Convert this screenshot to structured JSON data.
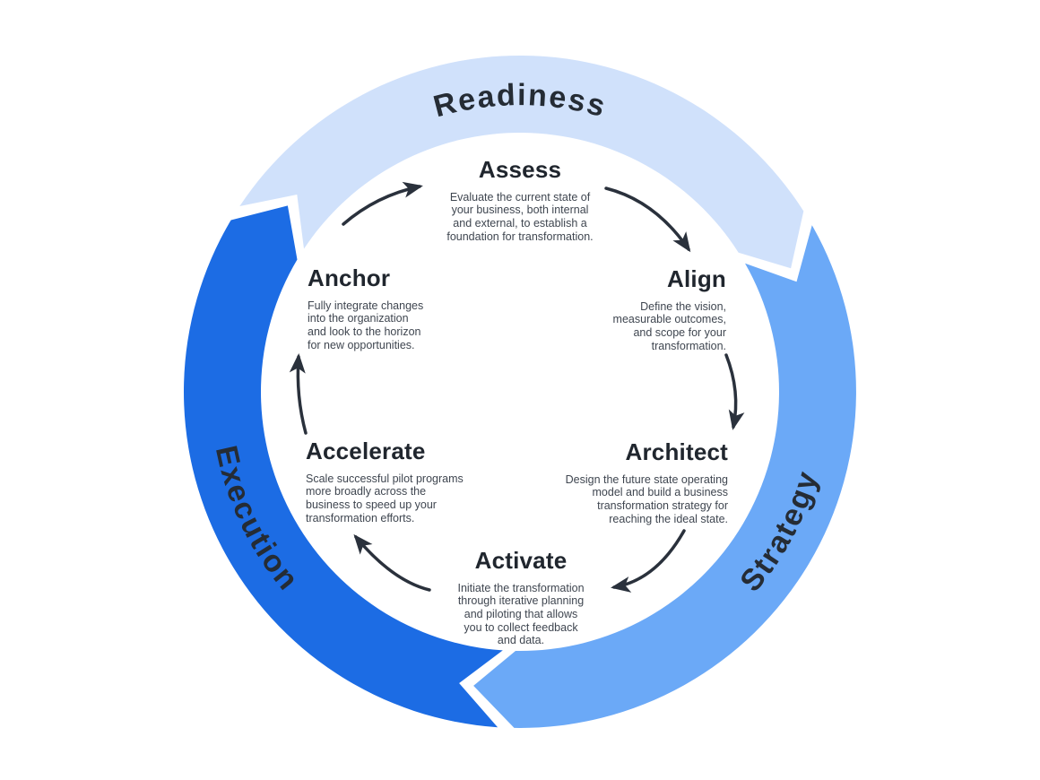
{
  "phases": [
    {
      "label": "Readiness",
      "color": "#d0e1fb"
    },
    {
      "label": "Strategy",
      "color": "#6ba9f7"
    },
    {
      "label": "Execution",
      "color": "#1c6ce4"
    }
  ],
  "steps": [
    {
      "title": "Assess",
      "description": "Evaluate the current state of your business, both internal and external, to establish a foundation for transformation.",
      "lines": [
        "Evaluate the current state of",
        "your business, both internal",
        "and external, to establish a",
        "foundation for transformation."
      ]
    },
    {
      "title": "Align",
      "description": "Define the vision, measurable outcomes, and scope for your transformation.",
      "lines": [
        "Define the vision,",
        "measurable outcomes,",
        "and scope for your",
        "transformation."
      ]
    },
    {
      "title": "Architect",
      "description": "Design the future state operating model and build a business transformation strategy for reaching the ideal state.",
      "lines": [
        "Design the future state operating",
        "model and build a business",
        "transformation strategy for",
        "reaching the ideal state."
      ]
    },
    {
      "title": "Activate",
      "description": "Initiate the transformation through iterative planning and piloting that allows you to collect feedback and data.",
      "lines": [
        "Initiate the transformation",
        "through iterative planning",
        "and piloting that allows",
        "you to collect feedback",
        "and data."
      ]
    },
    {
      "title": "Accelerate",
      "description": "Scale successful pilot programs more broadly across the business to speed up your transformation efforts.",
      "lines": [
        "Scale successful pilot programs",
        "more broadly across the",
        "business to speed up your",
        "transformation efforts."
      ]
    },
    {
      "title": "Anchor",
      "description": "Fully integrate changes into the organization and look to the horizon for new opportunities.",
      "lines": [
        "Fully integrate changes",
        "into the organization",
        "and look to the horizon",
        "for new opportunities."
      ]
    }
  ],
  "colors": {
    "background": "#ffffff",
    "title_text": "#20262e",
    "body_text": "#3f4650",
    "phase_label_text": "#252c35",
    "arrow": "#2a313c"
  }
}
